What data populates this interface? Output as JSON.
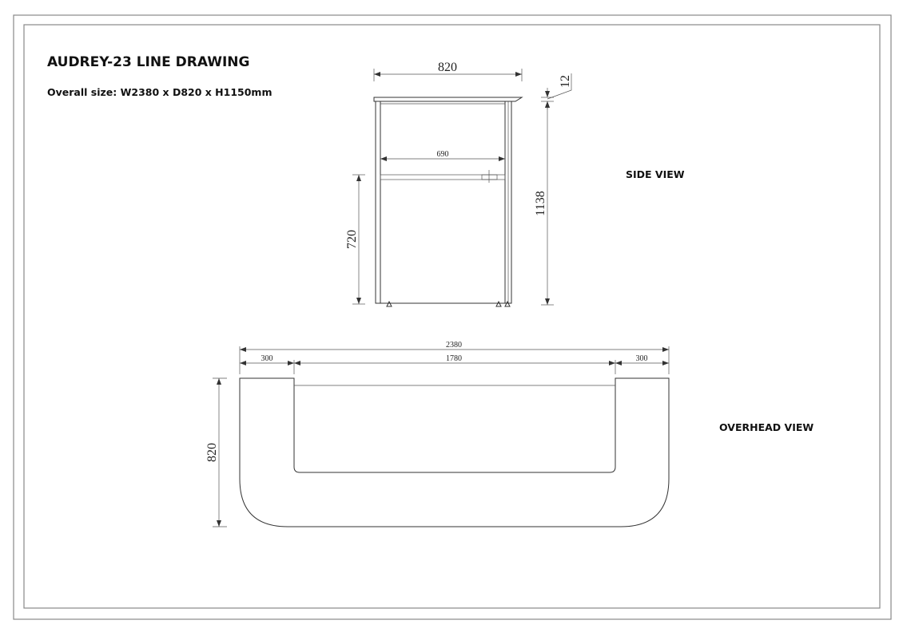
{
  "header": {
    "title": "AUDREY-23 LINE DRAWING",
    "overall_size": "Overall size: W2380 x D820 x H1150mm"
  },
  "side_view": {
    "label": "SIDE VIEW",
    "dims": {
      "depth": "820",
      "top_thickness": "12",
      "inner_width": "690",
      "shelf_height": "720",
      "body_height": "1138"
    }
  },
  "overhead_view": {
    "label": "OVERHEAD VIEW",
    "dims": {
      "overall_width": "2380",
      "left_return": "300",
      "center_opening": "1780",
      "right_return": "300",
      "depth": "820"
    }
  }
}
